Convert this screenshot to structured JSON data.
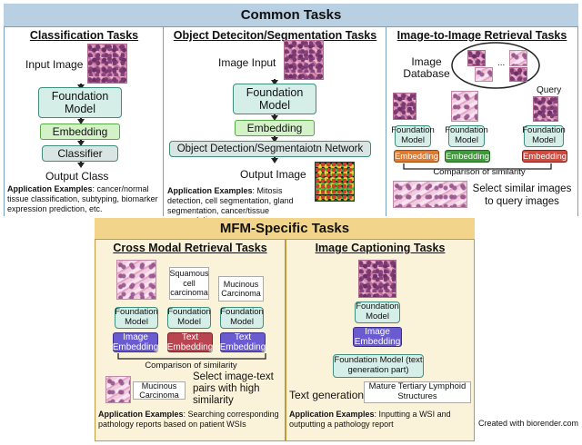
{
  "common": {
    "title": "Common Tasks",
    "classification": {
      "title": "Classification Tasks",
      "input_label": "Input Image",
      "foundation_model": "Foundation Model",
      "embedding": "Embedding",
      "classifier": "Classifier",
      "output": "Output Class",
      "app_label": "Application Examples",
      "app_text": ": cancer/normal tissue classification, subtyping, biomarker expression prediction, etc."
    },
    "detection": {
      "title": "Object Deteciton/Segmentation Tasks",
      "input_label": "Image Input",
      "foundation_model": "Foundation Model",
      "embedding": "Embedding",
      "network": "Object Detection/Segmentaiotn Network",
      "output": "Output Image",
      "app_label": "Application Examples",
      "app_text": ": Mitosis detection, cell segmentation, gland segmentation, cancer/tissue segmentation"
    },
    "retrieval": {
      "title": "Image-to-Image Retrieval Tasks",
      "database_label": "Image Database",
      "ellipsis": "...",
      "query_label": "Query",
      "foundation_model": "Foundation Model",
      "embedding": "Embedding",
      "comparison": "Comparison of similarity",
      "result": "Select similar images to query images"
    }
  },
  "mfm": {
    "title": "MFM-Specific Tasks",
    "cross_modal": {
      "title": "Cross Modal Retrieval Tasks",
      "label1": "Squamous cell carcinoma",
      "label2": "Mucinous Carcinoma",
      "foundation_model": "Foundation Model",
      "image_embedding": "Image Embedding",
      "text_embedding": "Text Embedding",
      "comparison": "Comparison of similarity",
      "result_label": "Mucinous Carcinoma",
      "result": "Select image-text pairs with high similarity",
      "app_label": "Application Examples",
      "app_text": ": Searching corresponding pathology reports  based on patient WSIs"
    },
    "captioning": {
      "title": "Image Captioning Tasks",
      "foundation_model": "Foundation Model",
      "image_embedding": "Image Embedding",
      "fm_text": "Foundation Model (text generation part)",
      "text_gen_label": "Text generation",
      "caption": "Mature Tertiary Lymphoid Structures",
      "app_label": "Application Examples",
      "app_text": ": Inputting a WSI and outputting a pathology report"
    }
  },
  "credit": "Created with biorender.com"
}
